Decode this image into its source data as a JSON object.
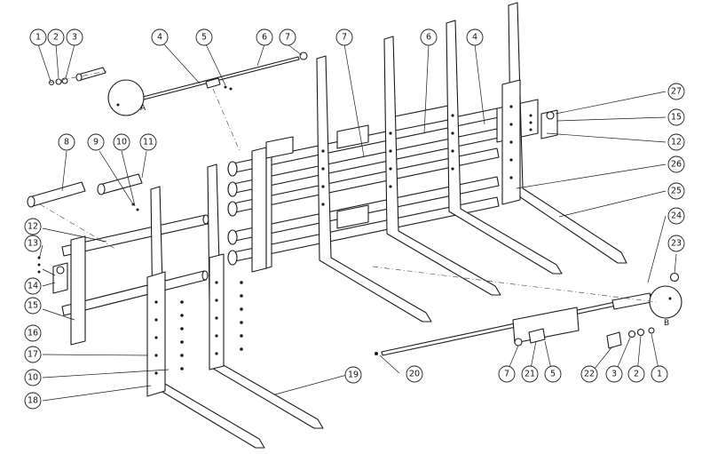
{
  "drawing": {
    "detail_labels": [
      "A",
      "B"
    ],
    "balloons": [
      "1",
      "2",
      "3",
      "4",
      "5",
      "6",
      "7",
      "7",
      "6",
      "4",
      "27",
      "15",
      "12",
      "26",
      "25",
      "24",
      "23",
      "8",
      "9",
      "10",
      "11",
      "12",
      "13",
      "14",
      "15",
      "16",
      "17",
      "10",
      "18",
      "19",
      "20",
      "7",
      "21",
      "5",
      "22",
      "3",
      "2",
      "1"
    ]
  }
}
